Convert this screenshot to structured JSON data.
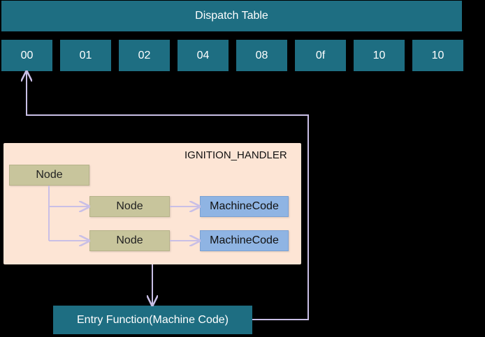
{
  "dispatch_table": {
    "title": "Dispatch Table",
    "cells": [
      "00",
      "01",
      "02",
      "04",
      "08",
      "0f",
      "10",
      "10"
    ]
  },
  "handler_panel": {
    "title": "IGNITION_HANDLER",
    "root_node": "Node",
    "rows": [
      {
        "node": "Node",
        "machine_code": "MachineCode"
      },
      {
        "node": "Node",
        "machine_code": "MachineCode"
      }
    ]
  },
  "entry_function": {
    "label": "Entry Function(Machine Code)"
  },
  "colors": {
    "teal": "#1e6e82",
    "panel": "#fde5d5",
    "node": "#c8c59c",
    "machine_code": "#8fb4e3",
    "connector": "#c9bfe6"
  }
}
